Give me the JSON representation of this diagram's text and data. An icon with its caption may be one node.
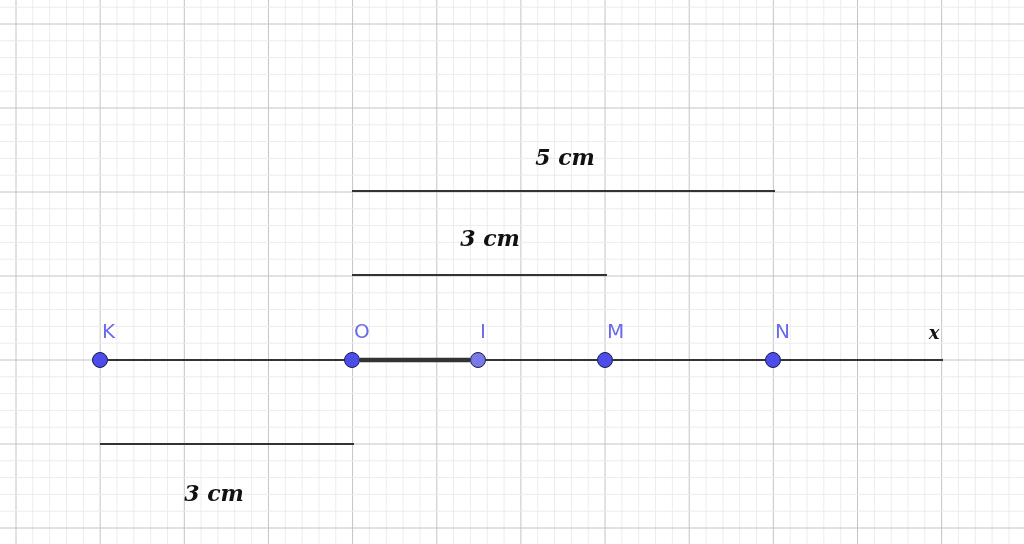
{
  "diagram": {
    "nodes": [
      {
        "text": [
          "K"
        ]
      },
      {
        "text": [
          "O"
        ]
      },
      {
        "text": [
          "I"
        ]
      },
      {
        "text": [
          "M"
        ]
      },
      {
        "text": [
          "N"
        ]
      }
    ],
    "edges": [
      {
        "from": 0,
        "to": 1,
        "arrow": "none"
      },
      {
        "from": 1,
        "to": 2,
        "arrow": "none",
        "style": "thick"
      },
      {
        "from": 2,
        "to": 3,
        "arrow": "none"
      },
      {
        "from": 3,
        "to": 4,
        "arrow": "none"
      },
      {
        "from": 4,
        "to": null,
        "arrow": "none"
      }
    ],
    "labels": [
      "5 cm",
      "3 cm",
      "x",
      "3 cm"
    ]
  }
}
